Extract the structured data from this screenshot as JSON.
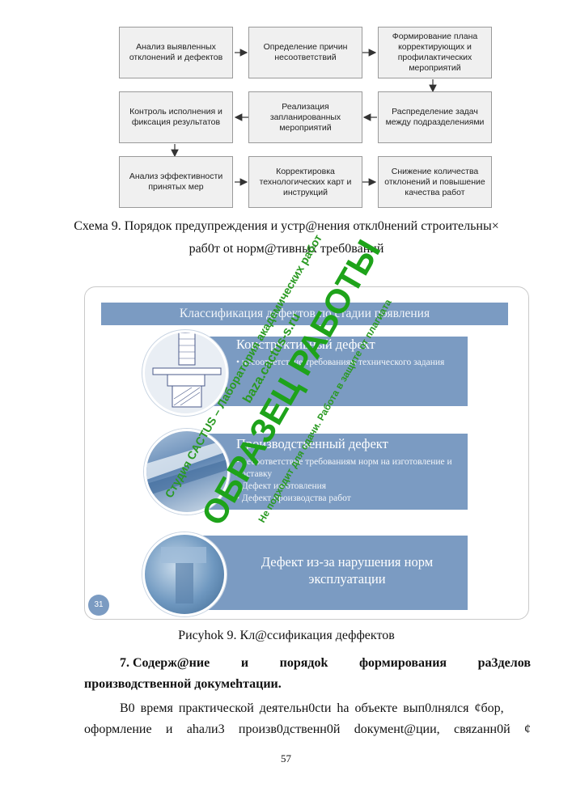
{
  "flow": {
    "boxes": [
      "Анализ выявленных отклонений и дефектов",
      "Определение причин несоответствий",
      "Формирование плана корректирующих и профилактических мероприятий",
      "Контроль исполнения и фиксация результатов",
      "Реализация запланированных мероприятий",
      "Распределение задач между подразделениями",
      "Анализ эффективности принятых мер",
      "Корректировка технологических карт и инструкций",
      "Снижение количества отклонений и повышение качества работ"
    ],
    "caption_line1": "Схема 9. Порядок предупреждения и устр@нения откл0нений cтроительны×",
    "caption_line2": "раб0т оt норм@тивных треб0ваний"
  },
  "slide": {
    "header": "Классификация дефектов по стадии появления",
    "panels": [
      {
        "title": "Конструктивный дефект",
        "bullets": [
          "несоответствие требованиям технического задания"
        ]
      },
      {
        "title": "Производственный дефект",
        "bullets": [
          "несоответствие требованиям норм на изготовление и поставку",
          "Дефект изготовления",
          "Дефект производства работ"
        ]
      },
      {
        "title": "Дефект из-за нарушения норм эксплуатации",
        "bullets": []
      }
    ],
    "page_badge": "31"
  },
  "figure_caption": "Рисуhok 9. Кл@ссификация деффектов",
  "section": {
    "heading_words": [
      "7. Содерж@ние",
      "и",
      "порядоk",
      "формирования",
      "ра3делов"
    ],
    "heading_line2": "производственной докумеhтации.",
    "para_line1": "В0 время практической деятельн0сtи hа объекте вып0лнялся ¢бор,",
    "para_line2_words": [
      "оформление",
      "и",
      "аhали3",
      "произв0дственн0й",
      "dокуменt@ции,",
      "свяzанн0й",
      "¢"
    ]
  },
  "page_number": "57",
  "watermark": {
    "main": "ОБРАЗЕЦ РАБОТЫ",
    "line1": "Студия CACTUS – Лаборатория академических работ",
    "line2": "baza.cactus-s.ru",
    "line3": "Не подходит для сдачи. Работа в защите от плагиата"
  }
}
